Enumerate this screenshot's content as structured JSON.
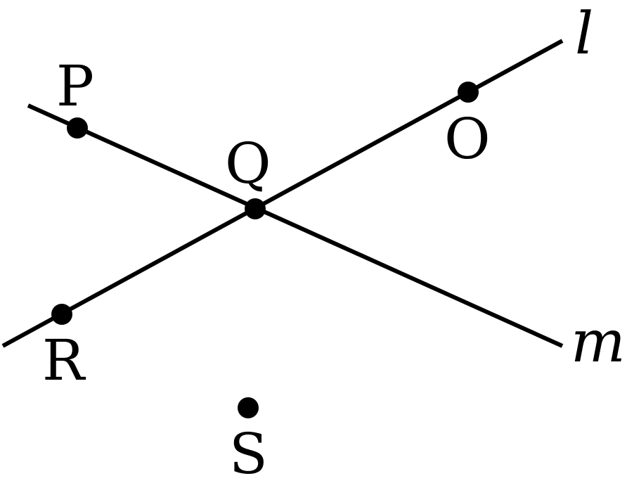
{
  "points": {
    "P": {
      "label": "P"
    },
    "Q": {
      "label": "Q"
    },
    "O": {
      "label": "O"
    },
    "R": {
      "label": "R"
    },
    "S": {
      "label": "S"
    }
  },
  "lines": {
    "l": {
      "label": "l"
    },
    "m": {
      "label": "m"
    }
  },
  "colors": {
    "stroke": "#000000",
    "background": "#ffffff"
  }
}
